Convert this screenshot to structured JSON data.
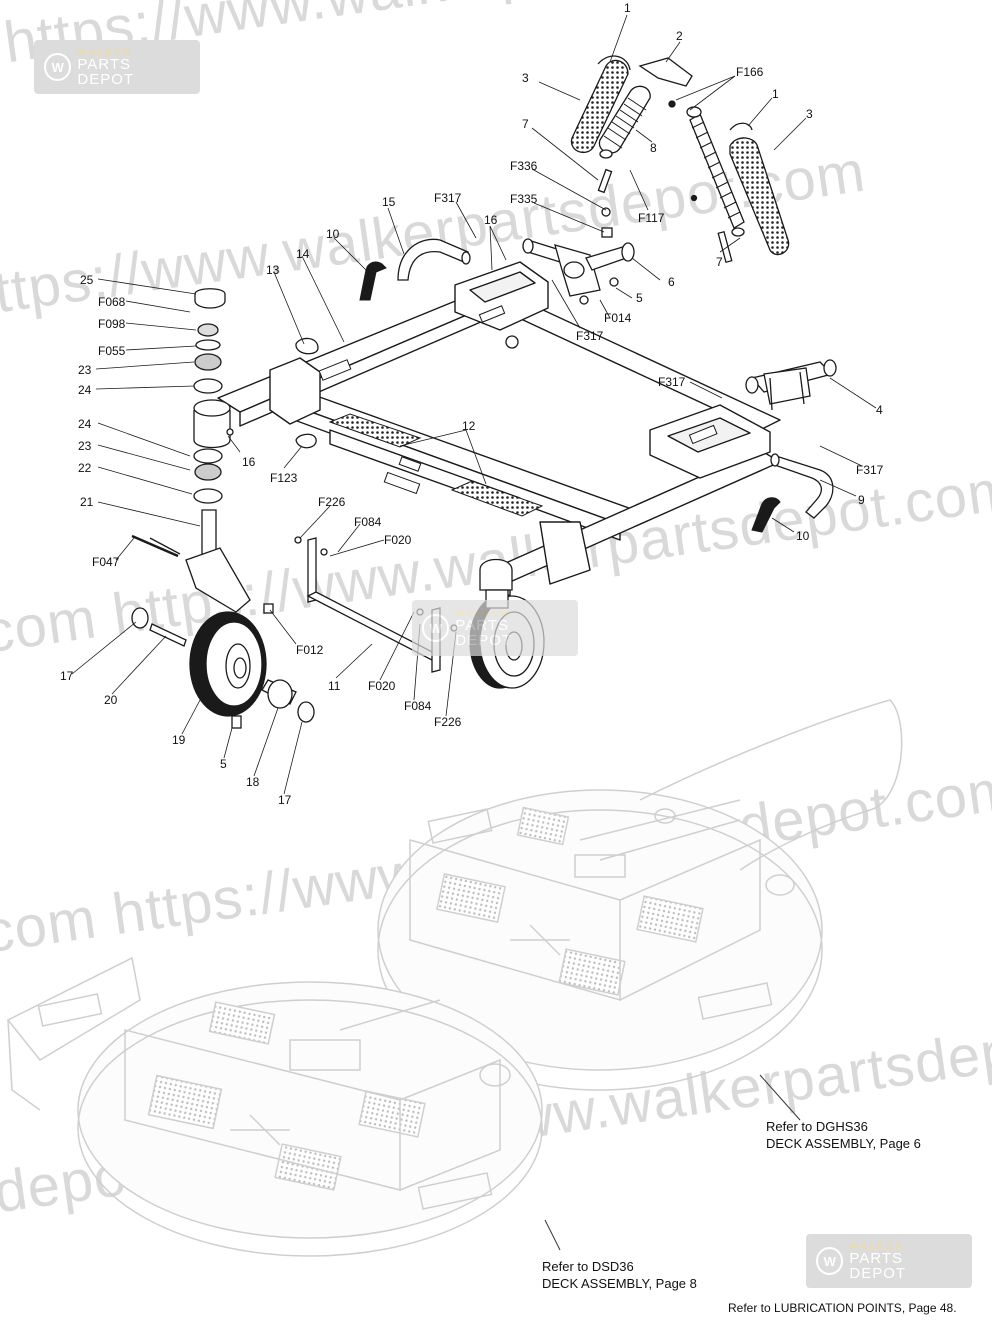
{
  "watermark": {
    "line_texts": [
      "https://www.walkerpartsdepot.com  https:/",
      "ttps://www.walkerpartsdepot.com",
      "com  https://www.walkerpartsdepot.com",
      "com  https://www.walkerpartsdepot.com",
      "depot.com  https://www.walkerpartsdepot"
    ],
    "logo_small": "WALKER",
    "logo_big": "PARTS DEPOT"
  },
  "callouts": {
    "c1a": "1",
    "c2": "2",
    "c3a": "3",
    "cF166": "F166",
    "c1b": "1",
    "c3b": "3",
    "c7a": "7",
    "c8": "8",
    "cF336": "F336",
    "cF117": "F117",
    "cF335": "F335",
    "cF317a": "F317",
    "c15": "15",
    "c16a": "16",
    "c10a": "10",
    "c14": "14",
    "c13": "13",
    "c7b": "7",
    "c6": "6",
    "c5a": "5",
    "cF014": "F014",
    "cF317b": "F317",
    "c25": "25",
    "cF068": "F068",
    "cF098": "F098",
    "cF055": "F055",
    "c23a": "23",
    "c24a": "24",
    "c24b": "24",
    "c23b": "23",
    "c22": "22",
    "c21": "21",
    "c16b": "16",
    "cF123": "F123",
    "c12": "12",
    "cF317c": "F317",
    "c4": "4",
    "cF317d": "F317",
    "c9": "9",
    "c10b": "10",
    "cF226a": "F226",
    "cF084a": "F084",
    "cF020a": "F020",
    "cF047": "F047",
    "cF012": "F012",
    "c17a": "17",
    "c20": "20",
    "c11": "11",
    "cF020b": "F020",
    "cF084b": "F084",
    "cF226b": "F226",
    "c19": "19",
    "c5b": "5",
    "c18": "18",
    "c17b": "17"
  },
  "notes": {
    "dghs_line1": "Refer to DGHS36",
    "dghs_line2": "DECK ASSEMBLY, Page 6",
    "dsd_line1": "Refer to DSD36",
    "dsd_line2": "DECK ASSEMBLY, Page 8",
    "lubrication": "Refer to LUBRICATION POINTS, Page 48."
  },
  "colors": {
    "ink": "#1a1a1a",
    "ghost": "#cfcfcf",
    "watermark": "#d9d9d9"
  }
}
